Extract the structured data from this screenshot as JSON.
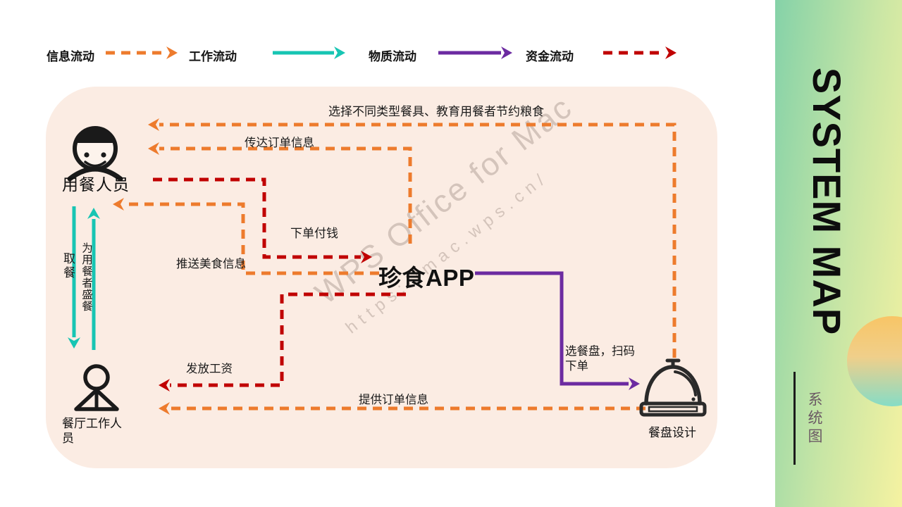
{
  "side_panel": {
    "title": "SYSTEM MAP",
    "subtitle": "系统图"
  },
  "legend": {
    "items": [
      {
        "label": "信息流动",
        "style": "dashed",
        "color": "#ED7B2D"
      },
      {
        "label": "工作流动",
        "style": "solid",
        "color": "#17C5B3"
      },
      {
        "label": "物质流动",
        "style": "solid",
        "color": "#6C2BA1"
      },
      {
        "label": "资金流动",
        "style": "dashed",
        "color": "#C00000"
      }
    ]
  },
  "nodes": {
    "diner": {
      "label": "用餐人员"
    },
    "staff": {
      "label": "餐厅工作人员"
    },
    "app": {
      "label": "珍食APP"
    },
    "tray": {
      "label": "餐盘设计"
    }
  },
  "flows": {
    "select_tableware": {
      "label": "选择不同类型餐具、教育用餐者节约粮食",
      "type": "信息流动"
    },
    "convey_order": {
      "label": "传达订单信息",
      "type": "信息流动"
    },
    "order_pay": {
      "label": "下单付钱",
      "type": "资金流动"
    },
    "push_food": {
      "label": "推送美食信息",
      "type": "信息流动"
    },
    "take_meal": {
      "label": "取餐",
      "type": "工作流动"
    },
    "serve_meal": {
      "label": "为用餐者盛餐",
      "type": "工作流动"
    },
    "pay_salary": {
      "label": "发放工资",
      "type": "资金流动"
    },
    "provide_order": {
      "label": "提供订单信息",
      "type": "信息流动"
    },
    "select_tray": {
      "label": "选餐盘，扫码下单",
      "type": "物质流动"
    }
  },
  "watermark": {
    "line1": "WPS Office for Mac",
    "line2": "https://mac.wps.cn/"
  },
  "colors": {
    "info": "#ED7B2D",
    "work": "#17C5B3",
    "material": "#6C2BA1",
    "money": "#C00000",
    "ink": "#1a1a1a",
    "canvas": "#FBECE3",
    "panel_green": "#85D2A8",
    "panel_yellow": "#F5F2A1"
  }
}
